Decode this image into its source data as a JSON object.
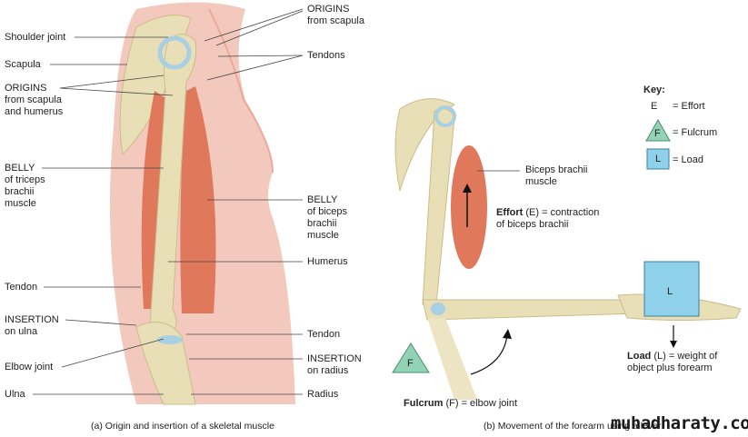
{
  "panel_a": {
    "caption": "(a) Origin and insertion of a skeletal muscle",
    "left_labels": {
      "shoulder_joint": "Shoulder joint",
      "scapula": "Scapula",
      "origins": [
        "ORIGINS",
        "from scapula",
        "and humerus"
      ],
      "belly_triceps": [
        "BELLY",
        "of triceps",
        "brachii",
        "muscle"
      ],
      "tendon": "Tendon",
      "insertion_ulna": [
        "INSERTION",
        "on ulna"
      ],
      "elbow_joint": "Elbow joint",
      "ulna": "Ulna"
    },
    "right_labels": {
      "origins_scapula": [
        "ORIGINS",
        "from scapula"
      ],
      "tendons": "Tendons",
      "belly_biceps": [
        "BELLY",
        "of biceps",
        "brachii",
        "muscle"
      ],
      "humerus": "Humerus",
      "tendon": "Tendon",
      "insertion_radius": [
        "INSERTION",
        "on radius"
      ],
      "radius": "Radius"
    }
  },
  "panel_b": {
    "caption": "(b) Movement of the forearm using a lever",
    "key": {
      "title": "Key:",
      "effort_symbol": "E",
      "effort_label": "= Effort",
      "fulcrum_symbol": "F",
      "fulcrum_label": "= Fulcrum",
      "load_symbol": "L",
      "load_label": "= Load"
    },
    "biceps_label": [
      "Biceps brachii",
      "muscle"
    ],
    "effort": {
      "bold": "Effort",
      "rest1": " (E) = contraction",
      "line2": "of biceps brachii"
    },
    "load": {
      "bold": "Load",
      "rest1": " (L) = weight of",
      "line2": "object plus forearm",
      "box_symbol": "L"
    },
    "fulcrum": {
      "bold": "Fulcrum",
      "rest": " (F) = elbow joint",
      "triangle_symbol": "F"
    }
  },
  "watermark": "muhadharaty.com",
  "colors": {
    "skin": "#f3c9bd",
    "bone": "#e8dfb6",
    "muscle": "#e0785c",
    "cartilage": "#a9cfe2",
    "fulcrum": "#92d3b5",
    "load": "#8fd0ea"
  }
}
